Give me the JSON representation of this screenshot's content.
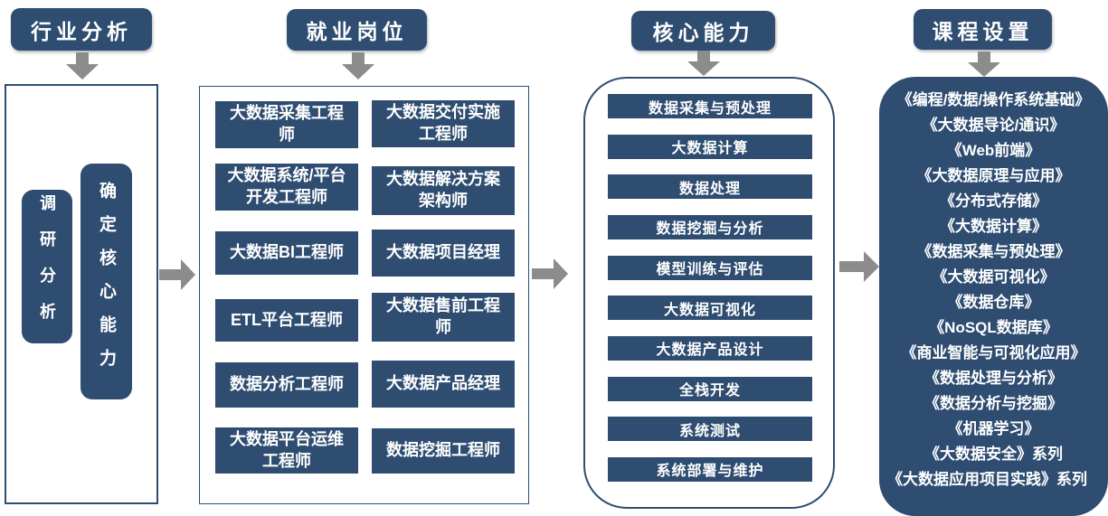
{
  "colors": {
    "navy": "#2E4D71",
    "arrow_gray": "#8C8C8C",
    "text_white": "#FFFFFF"
  },
  "columns": [
    {
      "header": "行业分析",
      "items": [
        "调研分析",
        "确定核心能力"
      ]
    },
    {
      "header": "就业岗位",
      "jobs_left": [
        "大数据采集工程师",
        "大数据系统/平台开发工程师",
        "大数据BI工程师",
        "ETL平台工程师",
        "数据分析工程师",
        "大数据平台运维工程师"
      ],
      "jobs_right": [
        "大数据交付实施工程师",
        "大数据解决方案架构师",
        "大数据项目经理",
        "大数据售前工程师",
        "大数据产品经理",
        "数据挖掘工程师"
      ]
    },
    {
      "header": "核心能力",
      "items": [
        "数据采集与预处理",
        "大数据计算",
        "数据处理",
        "数据挖掘与分析",
        "模型训练与评估",
        "大数据可视化",
        "大数据产品设计",
        "全栈开发",
        "系统测试",
        "系统部署与维护"
      ]
    },
    {
      "header": "课程设置",
      "courses": [
        "《编程/数据/操作系统基础》",
        "《大数据导论/通识》",
        "《Web前端》",
        "《大数据原理与应用》",
        "《分布式存储》",
        "《大数据计算》",
        "《数据采集与预处理》",
        "《大数据可视化》",
        "《数据仓库》",
        "《NoSQL数据库》",
        "《商业智能与可视化应用》",
        "《数据处理与分析》",
        "《数据分析与挖掘》",
        "《机器学习》",
        "《大数据安全》系列",
        "《大数据应用项目实践》系列"
      ]
    }
  ]
}
